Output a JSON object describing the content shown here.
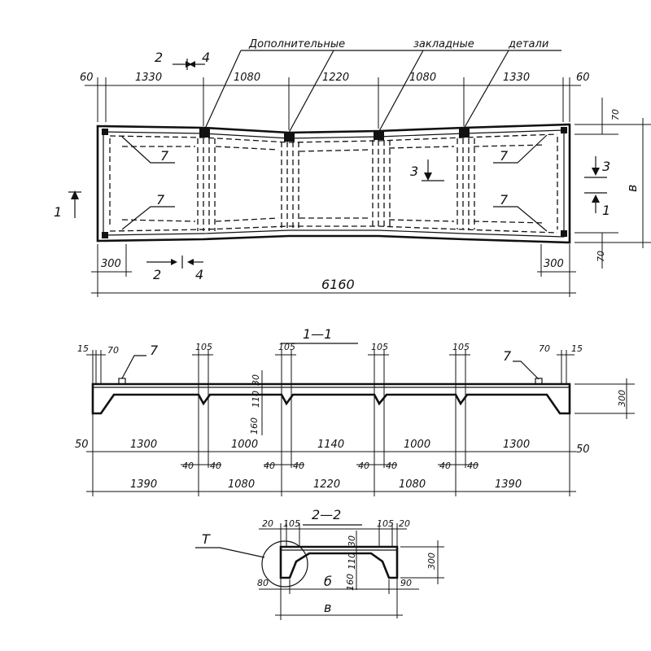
{
  "plan": {
    "note_words": [
      "Дополнительные",
      "закладные",
      "детали"
    ],
    "top_dims": [
      "60",
      "1330",
      "1080",
      "1220",
      "1080",
      "1330",
      "60"
    ],
    "bottom_left": "300",
    "bottom_right": "300",
    "overall": "6160",
    "right_dims": [
      "70",
      "70"
    ],
    "right_label": "в",
    "callouts": [
      "7",
      "7",
      "7",
      "7"
    ],
    "section_marks": {
      "s2_top": "2",
      "s4_top": "4",
      "s2_bot": "2",
      "s4_bot": "4",
      "s1_left": "1",
      "s1_right": "1",
      "s3_mid": "3",
      "s3_right": "3"
    }
  },
  "section_1": {
    "title": "1—1",
    "top_dims": [
      "15",
      "70",
      "105",
      "105",
      "105",
      "105",
      "70",
      "15"
    ],
    "callouts": [
      "7",
      "7"
    ],
    "mid_dims": [
      "30",
      "110",
      "160"
    ],
    "height": "300",
    "row1": [
      "50",
      "1300",
      "1000",
      "1140",
      "1000",
      "1300",
      "50"
    ],
    "row1_small": [
      "40",
      "40",
      "40",
      "40",
      "40",
      "40",
      "40",
      "40"
    ],
    "row2": [
      "1390",
      "1080",
      "1220",
      "1080",
      "1390"
    ]
  },
  "section_2": {
    "title": "2—2",
    "top_dims": [
      "20",
      "105",
      "105",
      "20"
    ],
    "mid_dims": [
      "30",
      "110",
      "160"
    ],
    "height": "300",
    "bottom_dims": [
      "80",
      "б",
      "90"
    ],
    "width_label": "в",
    "node_label": "Т"
  }
}
